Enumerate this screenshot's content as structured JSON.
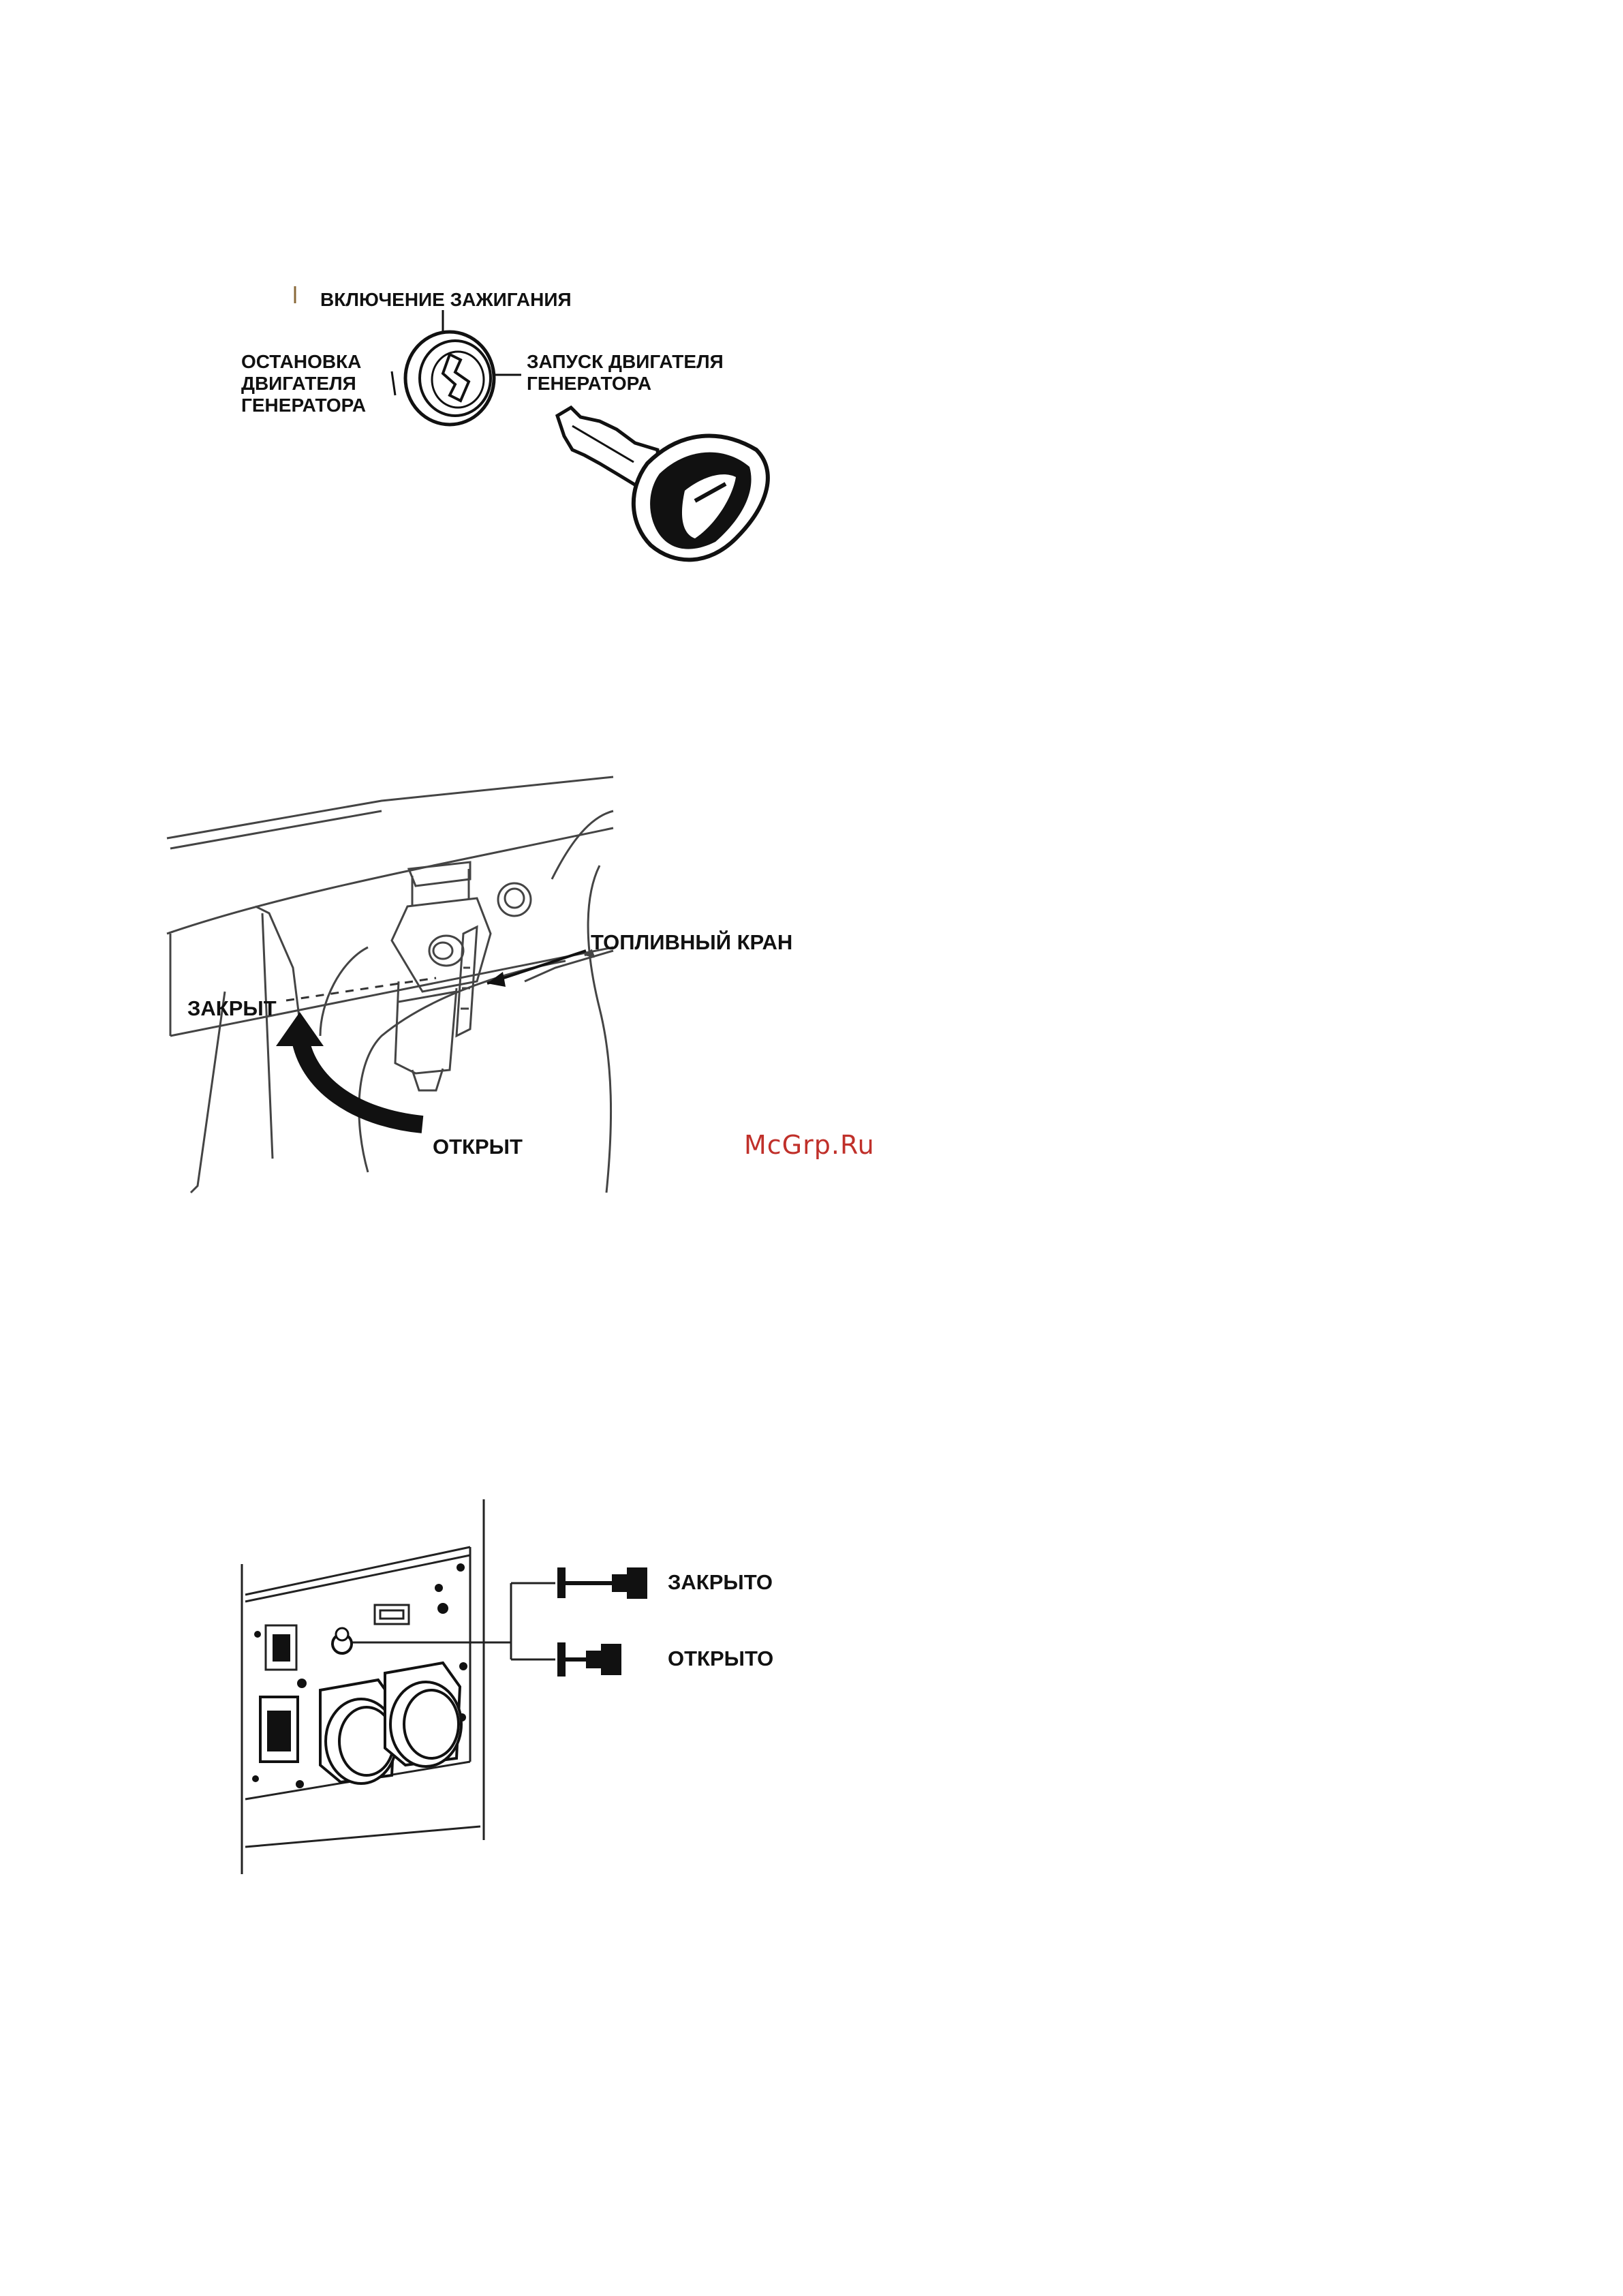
{
  "figure_ignition": {
    "label_on": "ВКЛЮЧЕНИЕ ЗАЖИГАНИЯ",
    "label_stop": "ОСТАНОВКА\nДВИГАТЕЛЯ\nГЕНЕРАТОРА",
    "label_start": "ЗАПУСК ДВИГАТЕЛЯ\nГЕНЕРАТОРА"
  },
  "figure_fuel_valve": {
    "label_valve": "ТОПЛИВНЫЙ КРАН",
    "label_closed": "ЗАКРЫТ",
    "label_open": "ОТКРЫТ"
  },
  "figure_panel": {
    "label_closed": "ЗАКРЫТО",
    "label_open": "ОТКРЫТО"
  },
  "watermark": "McGrp.Ru"
}
